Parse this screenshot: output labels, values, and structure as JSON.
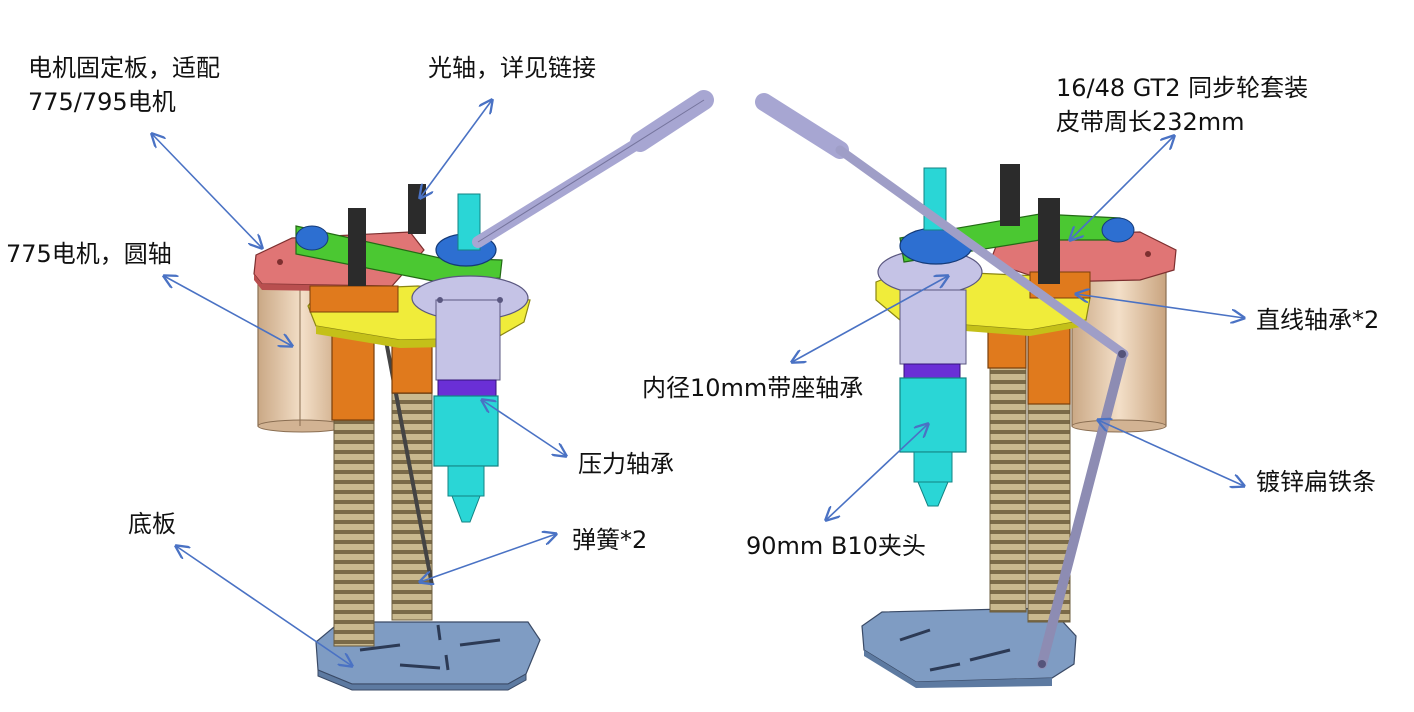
{
  "labels": {
    "motor_plate_line1": "电机固定板，适配",
    "motor_plate_line2": "775/795电机",
    "optical_shaft": "光轴，详见链接",
    "pulley_line1": "16/48 GT2 同步轮套装",
    "pulley_line2": "皮带周长232mm",
    "motor": "775电机，圆轴",
    "linear_bearing": "直线轴承*2",
    "pillow_bearing": "内径10mm带座轴承",
    "thrust_bearing": "压力轴承",
    "galvanized_bar": "镀锌扁铁条",
    "chuck": "90mm B10夹头",
    "spring": "弹簧*2",
    "base": "底板"
  },
  "colors": {
    "motor": "#e3c9ae",
    "motor_plate": "#e07575",
    "belt": "#4bc832",
    "pulley": "#2d6fd1",
    "linear_bearing": "#e07a1d",
    "carriage": "#f0ec3a",
    "bearing_housing": "#c5c3e6",
    "thrust_bearing": "#6a2fd6",
    "chuck": "#2ad6d6",
    "spring": "#9a8a66",
    "base": "#7f9cc3",
    "rod": "#2b2b2b",
    "handle": "#a7a6d2",
    "arrow": "#4a72c4"
  }
}
